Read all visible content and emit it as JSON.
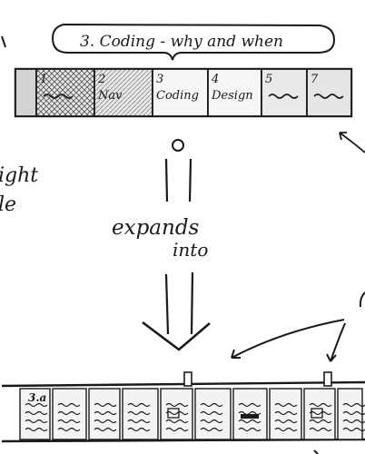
{
  "callout": {
    "text": "3. Coding - why and when"
  },
  "top_strip": {
    "cells": [
      {
        "label": "",
        "fill": "#d3d3d3",
        "hatch": "none"
      },
      {
        "label": "1",
        "fill": "#e6e6e6",
        "hatch": "cross"
      },
      {
        "label": "2 Nav",
        "fill": "#e8e8e8",
        "hatch": "diagonal"
      },
      {
        "label": "3 Coding",
        "fill": "#f6f6f6",
        "hatch": "none"
      },
      {
        "label": "4 Design",
        "fill": "#f6f6f6",
        "hatch": "none"
      },
      {
        "label": "5",
        "fill": "#e9e9e9",
        "hatch": "none"
      },
      {
        "label": "7",
        "fill": "#e5e5e5",
        "hatch": "none"
      }
    ]
  },
  "middle": {
    "expands_line1": "expands",
    "expands_line2": "into"
  },
  "left_margin": {
    "fragment_1": "ight",
    "fragment_2": "le"
  },
  "bottom_strip": {
    "first_cell_label": "3.a",
    "panel_count": 10
  },
  "colors": {
    "ink": "#1a1a1a",
    "paper": "#ffffff"
  }
}
